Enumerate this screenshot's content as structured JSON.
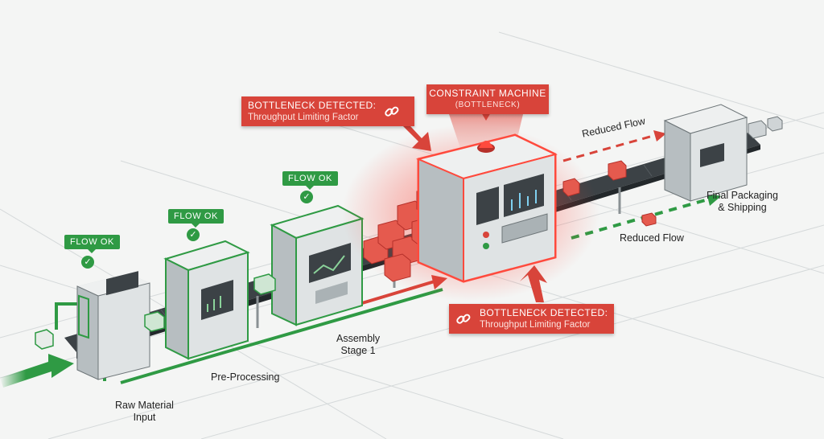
{
  "stages": [
    {
      "label_line1": "Raw Material",
      "label_line2": "Input",
      "status": ""
    },
    {
      "label_line1": "Pre-Processing",
      "label_line2": "",
      "status": "FLOW OK"
    },
    {
      "label_line1": "Assembly",
      "label_line2": "Stage 1",
      "status": "FLOW OK"
    },
    {
      "label_line1": "",
      "label_line2": "",
      "status": "FLOW OK"
    }
  ],
  "constraint": {
    "title": "CONSTRAINT MACHINE",
    "subtitle": "(BOTTLENECK)"
  },
  "alerts": [
    {
      "title": "BOTTLENECK DETECTED:",
      "subtitle": "Throughput Limiting Factor"
    },
    {
      "title": "BOTTLENECK DETECTED:",
      "subtitle": "Throughput Limiting Factor"
    }
  ],
  "flows": {
    "reduced_upper": "Reduced Flow",
    "reduced_lower": "Reduced Flow"
  },
  "destination": {
    "line1": "Final Packaging",
    "line2": "& Shipping"
  },
  "colors": {
    "ok": "#2f9a44",
    "alert": "#d8443a",
    "machine": "#dfe3e4",
    "belt": "#3c4246"
  }
}
